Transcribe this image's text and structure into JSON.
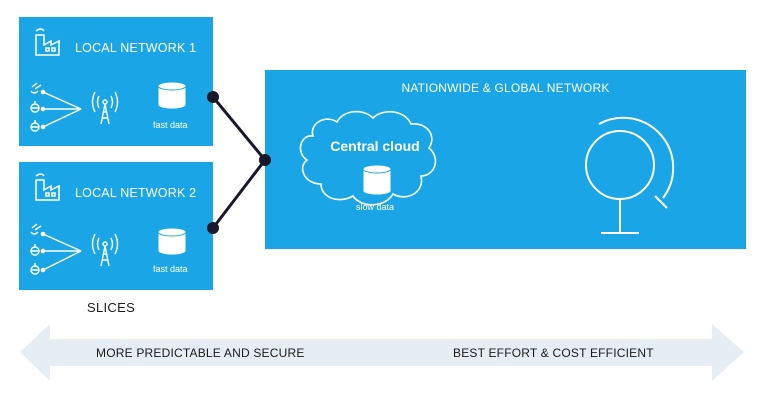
{
  "local_network_1": {
    "title": "LOCAL NETWORK 1",
    "db_label": "fast data"
  },
  "local_network_2": {
    "title": "LOCAL NETWORK 2",
    "db_label": "fast data"
  },
  "national_network": {
    "title": "NATIONWIDE & GLOBAL NETWORK",
    "cloud_title": "Central cloud",
    "cloud_db_label": "slow data"
  },
  "slices_label": "SLICES",
  "arrow": {
    "left_label": "MORE PREDICTABLE AND SECURE",
    "right_label": "BEST EFFORT & COST EFFICIENT"
  },
  "colors": {
    "box_blue": "#1aa6e6",
    "arrow_fill": "#e6edf3",
    "connector": "#17182a"
  },
  "icons": [
    "factory-icon",
    "device-icons",
    "antenna-icon",
    "database-icon",
    "cloud-icon",
    "globe-icon"
  ]
}
